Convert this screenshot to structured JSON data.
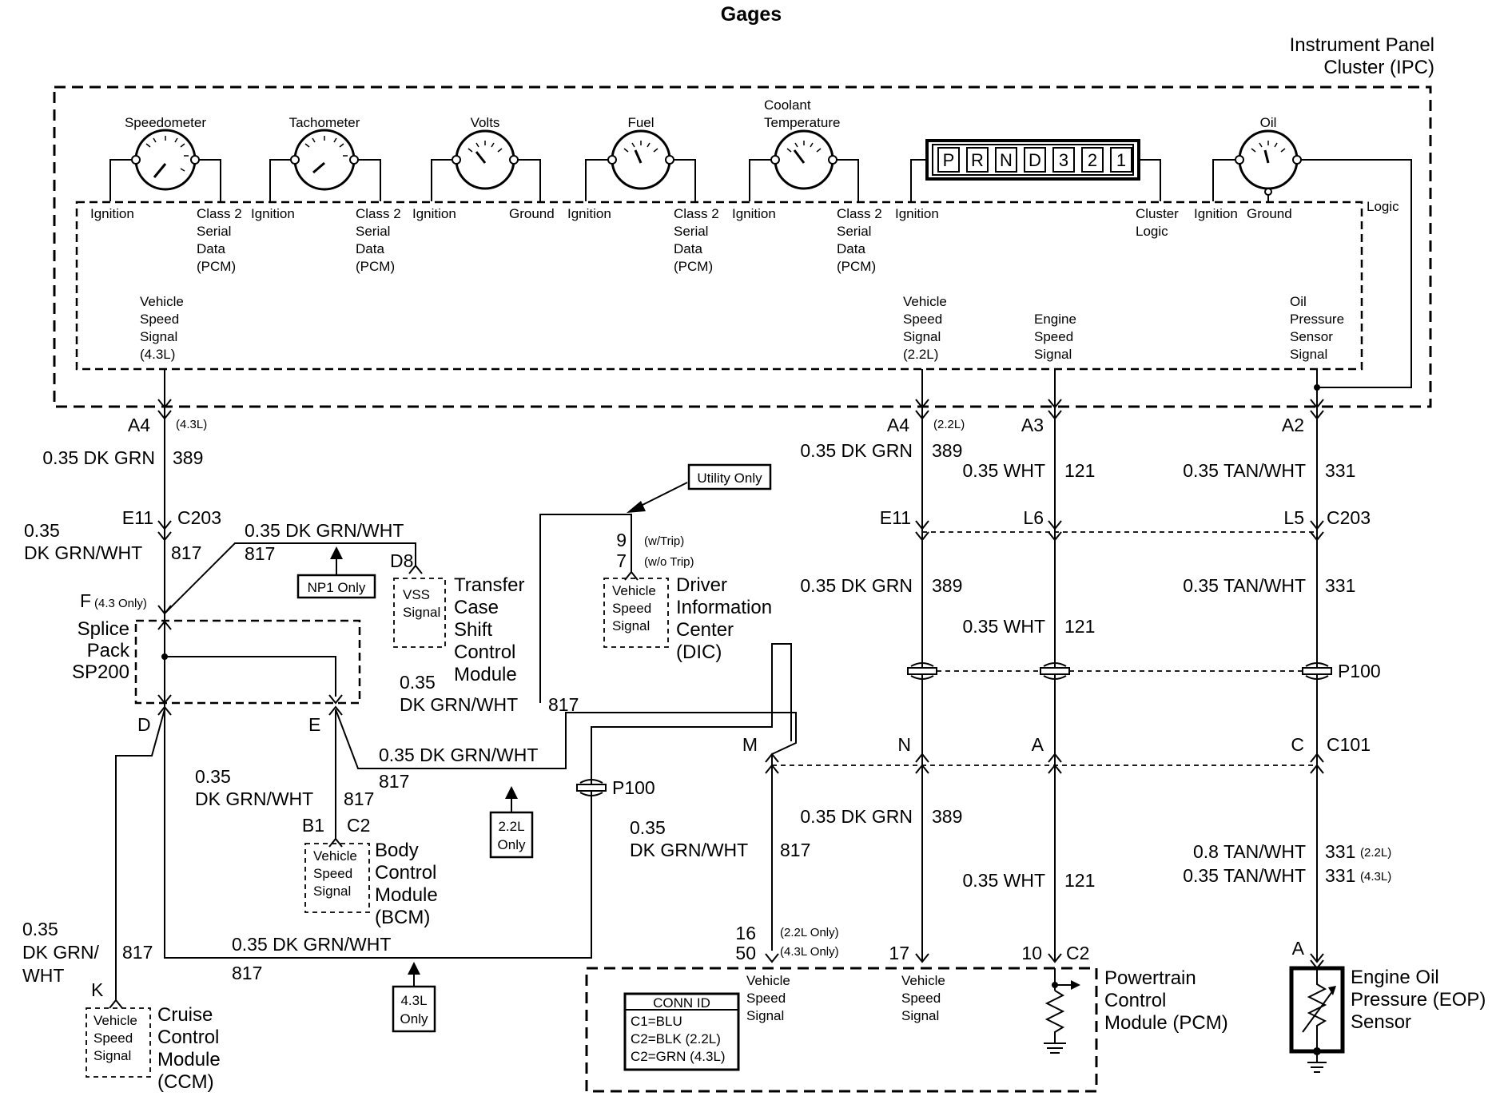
{
  "title": "Gages",
  "ipc": {
    "name_line1": "Instrument Panel",
    "name_line2": "Cluster (IPC)"
  },
  "gauges": [
    {
      "label": [
        "Speedometer"
      ],
      "left": "Ignition",
      "right": [
        "Class 2",
        "Serial",
        "Data",
        "(PCM)"
      ]
    },
    {
      "label": [
        "Tachometer"
      ],
      "left": "Ignition",
      "right": [
        "Class 2",
        "Serial",
        "Data",
        "(PCM)"
      ]
    },
    {
      "label": [
        "Volts"
      ],
      "left": "Ignition",
      "right": [
        "Ground"
      ]
    },
    {
      "label": [
        "Fuel"
      ],
      "left": "Ignition",
      "right": [
        "Class 2",
        "Serial",
        "Data",
        "(PCM)"
      ]
    },
    {
      "label": [
        "Coolant",
        "Temperature"
      ],
      "left": "Ignition",
      "right": [
        "Class 2",
        "Serial",
        "Data",
        "(PCM)"
      ]
    },
    {
      "label": [
        "Oil"
      ],
      "left": "Ignition",
      "right": [
        "Ground"
      ]
    }
  ],
  "prnd": {
    "letters": [
      "P",
      "R",
      "N",
      "D",
      "3",
      "2",
      "1"
    ],
    "left": "Ignition",
    "right": [
      "Cluster",
      "Logic"
    ]
  },
  "ipc_signals": {
    "vss43": [
      "Vehicle",
      "Speed",
      "Signal",
      "(4.3L)"
    ],
    "vss22": [
      "Vehicle",
      "Speed",
      "Signal",
      "(2.2L)"
    ],
    "ess": [
      "Engine",
      "Speed",
      "Signal"
    ],
    "ops": [
      "Oil",
      "Pressure",
      "Sensor",
      "Signal"
    ],
    "logic": "Logic"
  },
  "connectors": {
    "a4": "A4",
    "a4_43": "(4.3L)",
    "a4b": "A4",
    "a4_22": "(2.2L)",
    "a3": "A3",
    "a2": "A2",
    "e11a": "E11",
    "c203a": "C203",
    "e11b": "E11",
    "l6": "L6",
    "l5": "L5",
    "c203b": "C203",
    "f": "F",
    "f_note": "(4.3 Only)",
    "d": "D",
    "e": "E",
    "d8": "D8",
    "p100a": "P100",
    "p100b": "P100",
    "m": "M",
    "n": "N",
    "ca": "A",
    "cc": "C",
    "c101": "C101",
    "b1": "B1",
    "c2a": "C2",
    "k": "K",
    "p16": "16",
    "p16n": "(2.2L Only)",
    "p50": "50",
    "p50n": "(4.3L Only)",
    "p17": "17",
    "p10": "10",
    "c2b": "C2",
    "pa": "A",
    "dic9": "9",
    "dic9n": "(w/Trip)",
    "dic7": "7",
    "dic7n": "(w/o Trip)"
  },
  "wires": {
    "w1_col": "0.35 DK GRN",
    "w1_num": "389",
    "w2_col": [
      "0.35",
      "DK GRN/WHT"
    ],
    "w2_num": "817",
    "w3_col": "0.35 DK GRN/WHT",
    "w3_num": "817",
    "w4_col": [
      "0.35",
      "DK GRN/WHT"
    ],
    "w4_num": "817",
    "w5_col": "0.35 DK GRN/WHT",
    "w5_num": "817",
    "w6_col": [
      "0.35",
      "DK GRN/WHT"
    ],
    "w6_num": "817",
    "w7_col": [
      "0.35",
      "DK GRN/",
      "WHT"
    ],
    "w7_num": "817",
    "w8_col": "0.35 DK GRN/WHT",
    "w8_num": "817",
    "w9_col": [
      "0.35",
      "DK GRN/WHT"
    ],
    "w9_num": "817",
    "w10_col": "0.35 DK GRN",
    "w10_num": "389",
    "w11_col": "0.35 DK GRN",
    "w11_num": "389",
    "w12_col": "0.35 DK GRN",
    "w12_num": "389",
    "w13_col": "0.35 WHT",
    "w13_num": "121",
    "w14_col": "0.35 WHT",
    "w14_num": "121",
    "w15_col": "0.35 WHT",
    "w15_num": "121",
    "w16_col": "0.35 TAN/WHT",
    "w16_num": "331",
    "w17_col": "0.35 TAN/WHT",
    "w17_num": "331",
    "w18a_col": "0.8 TAN/WHT",
    "w18a_num": "331",
    "w18a_note": "(2.2L)",
    "w18b_col": "0.35 TAN/WHT",
    "w18b_num": "331",
    "w18b_note": "(4.3L)"
  },
  "notes": {
    "utility": "Utility Only",
    "np1": "NP1 Only",
    "only22": [
      "2.2L",
      "Only"
    ],
    "only43": [
      "4.3L",
      "Only"
    ]
  },
  "modules": {
    "splice": [
      "Splice",
      "Pack",
      "SP200"
    ],
    "tccm": [
      "Transfer",
      "Case",
      "Shift",
      "Control",
      "Module"
    ],
    "tccm_sig": [
      "VSS",
      "Signal"
    ],
    "dic": [
      "Driver",
      "Information",
      "Center",
      "(DIC)"
    ],
    "dic_sig": [
      "Vehicle",
      "Speed",
      "Signal"
    ],
    "bcm": [
      "Body",
      "Control",
      "Module",
      "(BCM)"
    ],
    "bcm_sig": [
      "Vehicle",
      "Speed",
      "Signal"
    ],
    "ccm": [
      "Cruise",
      "Control",
      "Module",
      "(CCM)"
    ],
    "ccm_sig": [
      "Vehicle",
      "Speed",
      "Signal"
    ],
    "pcm": [
      "Powertrain",
      "Control",
      "Module (PCM)"
    ],
    "pcm_sig1": [
      "Vehicle",
      "Speed",
      "Signal"
    ],
    "pcm_sig2": [
      "Vehicle",
      "Speed",
      "Signal"
    ],
    "eop": [
      "Engine Oil",
      "Pressure (EOP)",
      "Sensor"
    ]
  },
  "conn_id": {
    "head": "CONN ID",
    "lines": [
      "C1=BLU",
      "C2=BLK (2.2L)",
      "C2=GRN (4.3L)"
    ]
  }
}
